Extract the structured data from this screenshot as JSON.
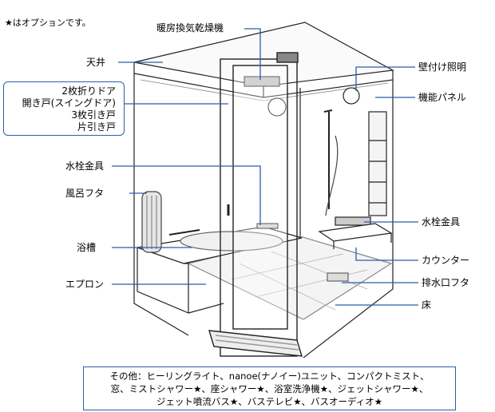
{
  "note": "★はオプションです。",
  "labels": {
    "fan": "暖房換気乾燥機",
    "ceiling": "天井",
    "door_types": [
      "2枚折りドア",
      "開き戸(スイングドア)",
      "3枚引き戸",
      "片引き戸"
    ],
    "faucet_left": "水栓金具",
    "bath_lid": "風呂フタ",
    "bathtub": "浴槽",
    "apron": "エプロン",
    "wall_light": "壁付け照明",
    "function_panel": "機能パネル",
    "faucet_right": "水栓金具",
    "counter": "カウンター",
    "drain_lid": "排水口フタ",
    "floor": "床"
  },
  "others": {
    "lines": [
      "その他：ヒーリングライト、nanoe(ナノイー)ユニット、コンパクトミスト、",
      "窓、ミストシャワー★、座シャワー★、浴室洗浄機★、ジェットシャワー★、",
      "ジェット噴流バス★、バステレビ★、バスオーディオ★"
    ]
  },
  "colors": {
    "leader": "#2b5ea7",
    "text": "#000000",
    "outline": "#222222"
  }
}
